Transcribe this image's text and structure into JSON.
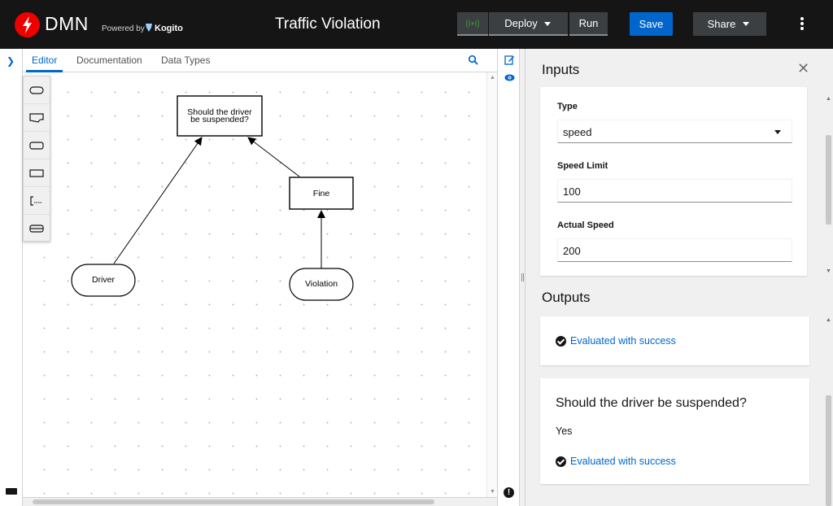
{
  "header": {
    "brand": "DMN",
    "powered_by": "Powered by",
    "kogito": "Kogito",
    "title": "Traffic Violation",
    "deploy_label": "Deploy",
    "run_label": "Run",
    "save_label": "Save",
    "share_label": "Share"
  },
  "editor": {
    "tabs": [
      {
        "label": "Editor",
        "active": true
      },
      {
        "label": "Documentation",
        "active": false
      },
      {
        "label": "Data Types",
        "active": false
      }
    ],
    "palette": [
      "decision-node-tool-icon",
      "input-data-node-tool-icon",
      "knowledge-source-node-tool-icon",
      "bkm-node-tool-icon",
      "annotation-node-tool-icon",
      "decision-service-node-tool-icon"
    ],
    "nodes": {
      "decision_line1": "Should the driver",
      "decision_line2": "be suspended?",
      "fine": "Fine",
      "driver": "Driver",
      "violation": "Violation"
    }
  },
  "drawer": {
    "inputs_title": "Inputs",
    "fields": [
      {
        "label": "Type",
        "value": "speed"
      },
      {
        "label": "Speed Limit",
        "value": "100"
      },
      {
        "label": "Actual Speed",
        "value": "200"
      }
    ],
    "outputs_title": "Outputs",
    "status_1": "Evaluated with success",
    "result_title": "Should the driver be suspended?",
    "result_value": "Yes",
    "status_2": "Evaluated with success"
  },
  "colors": {
    "header_bg": "#151515",
    "accent": "#0066cc",
    "logo_red": "#ee0000",
    "signal_green": "#3e8635"
  }
}
